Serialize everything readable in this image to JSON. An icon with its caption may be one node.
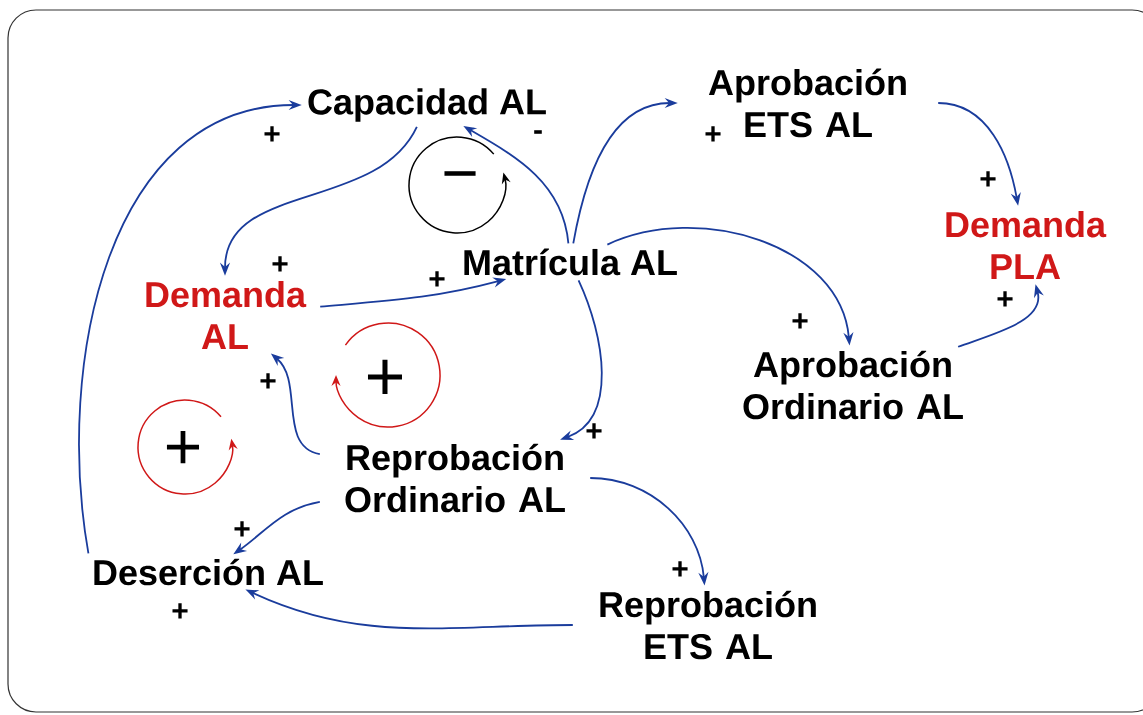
{
  "diagram": {
    "nodes": [
      {
        "text": [
          "Capacidad AL"
        ]
      },
      {
        "text": [
          "Aprobación ETS AL"
        ]
      },
      {
        "text": [
          "Demanda AL"
        ]
      },
      {
        "text": [
          "Matrícula AL"
        ]
      },
      {
        "text": [
          "Demanda PLA"
        ]
      },
      {
        "text": [
          "Aprobación Ordinario AL"
        ]
      },
      {
        "text": [
          "Reprobación Ordinario AL"
        ]
      },
      {
        "text": [
          "Deserción AL"
        ]
      },
      {
        "text": [
          "Reprobación ETS AL"
        ]
      }
    ],
    "edges": [
      {
        "from": 0,
        "to": 2,
        "arrow": "to",
        "label": "+"
      },
      {
        "from": 2,
        "to": 3,
        "arrow": "to",
        "label": "+"
      },
      {
        "from": 3,
        "to": 0,
        "arrow": "to",
        "label": "-"
      },
      {
        "from": 3,
        "to": 1,
        "arrow": "to",
        "label": "+"
      },
      {
        "from": 3,
        "to": 5,
        "arrow": "to",
        "label": "+"
      },
      {
        "from": 3,
        "to": 6,
        "arrow": "to",
        "label": "+"
      },
      {
        "from": 1,
        "to": 4,
        "arrow": "to",
        "label": "+"
      },
      {
        "from": 5,
        "to": 4,
        "arrow": "to",
        "label": "+"
      },
      {
        "from": 6,
        "to": 2,
        "arrow": "to",
        "label": "+"
      },
      {
        "from": 6,
        "to": 7,
        "arrow": "to",
        "label": "+"
      },
      {
        "from": 6,
        "to": 8,
        "arrow": "to",
        "label": "+"
      },
      {
        "from": 8,
        "to": 7,
        "arrow": "to",
        "label": "+"
      },
      {
        "from": 7,
        "to": 0,
        "arrow": "to",
        "label": "+"
      }
    ],
    "labels": [
      "−",
      "+",
      "+"
    ]
  }
}
